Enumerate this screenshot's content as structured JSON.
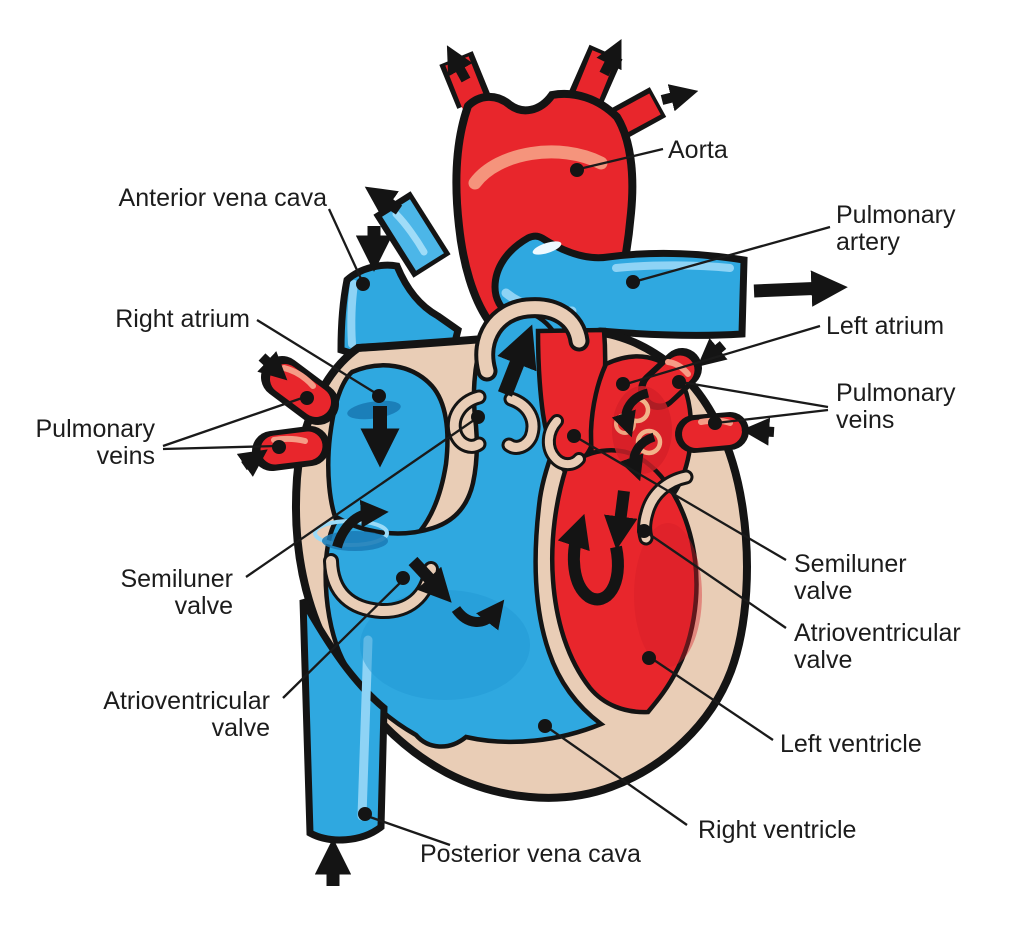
{
  "diagram": {
    "type": "heart-blood-flow-diagram",
    "background": "#ffffff",
    "colors": {
      "oxygenated_red": "#e8262c",
      "deoxygenated_blue": "#2fa8e0",
      "heart_wall_tan": "#e9cdb6",
      "highlight_red": "#f5947c",
      "highlight_blue": "#8ed3f5",
      "outline_black": "#141414",
      "label_text": "#1c1c1c"
    },
    "labels": {
      "aorta": {
        "lines": [
          "Aorta"
        ]
      },
      "anterior_vena_cava": {
        "lines": [
          "Anterior vena cava"
        ]
      },
      "pulmonary_artery": {
        "lines": [
          "Pulmonary",
          "artery"
        ]
      },
      "right_atrium": {
        "lines": [
          "Right atrium"
        ]
      },
      "left_atrium": {
        "lines": [
          "Left atrium"
        ]
      },
      "pulmonary_veins_left": {
        "lines": [
          "Pulmonary",
          "veins"
        ]
      },
      "pulmonary_veins_right": {
        "lines": [
          "Pulmonary",
          "veins"
        ]
      },
      "semilunar_valve_left": {
        "lines": [
          "Semiluner",
          "valve"
        ]
      },
      "semilunar_valve_right": {
        "lines": [
          "Semiluner",
          "valve"
        ]
      },
      "atrioventricular_valve_left": {
        "lines": [
          "Atrioventricular",
          "valve"
        ]
      },
      "atrioventricular_valve_right": {
        "lines": [
          "Atrioventricular",
          "valve"
        ]
      },
      "left_ventricle": {
        "lines": [
          "Left ventricle"
        ]
      },
      "right_ventricle": {
        "lines": [
          "Right ventricle"
        ]
      },
      "posterior_vena_cava": {
        "lines": [
          "Posterior vena cava"
        ]
      }
    }
  }
}
